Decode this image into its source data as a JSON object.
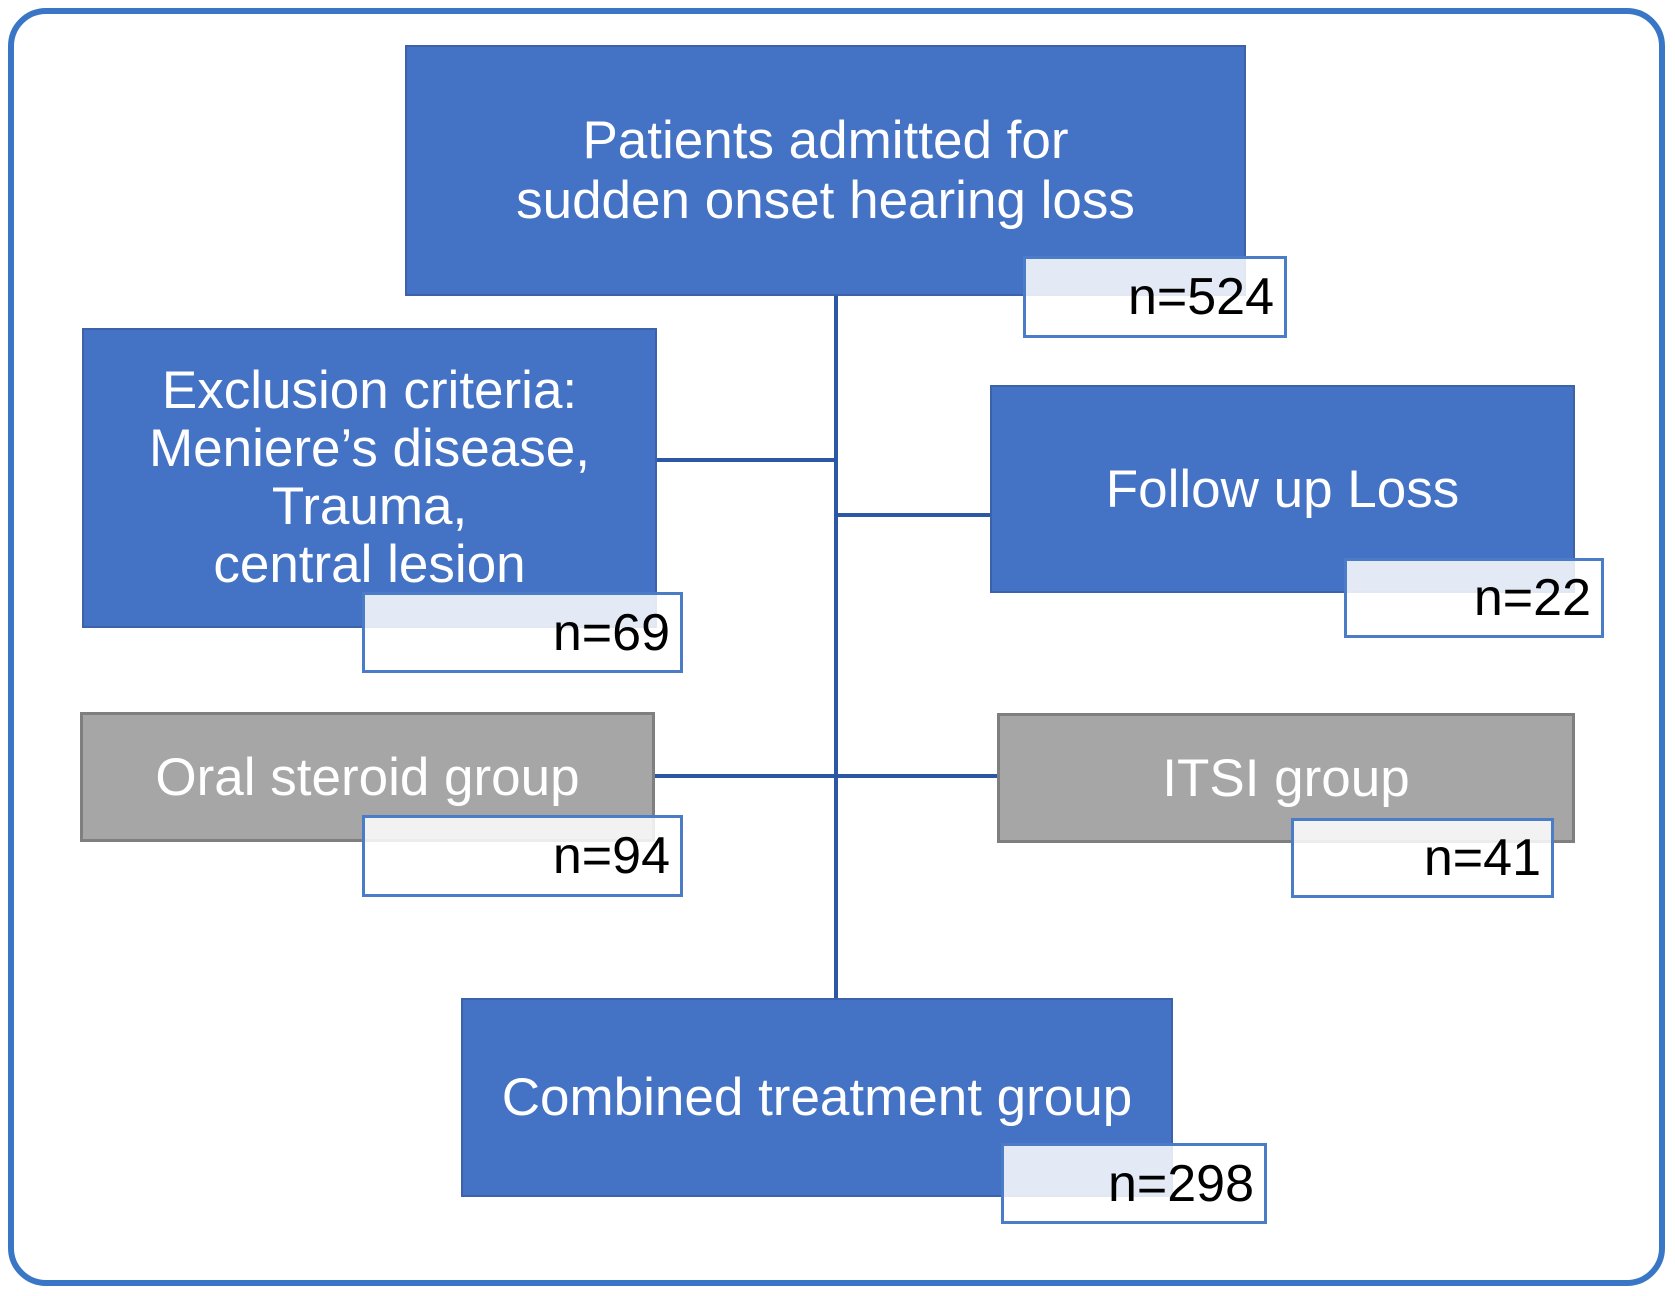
{
  "figure": {
    "type": "patient-flow-diagram",
    "nodes": {
      "admitted": {
        "lines": [
          "Patients admitted for",
          "sudden onset hearing loss"
        ],
        "count": "n=524"
      },
      "exclusion": {
        "lines": [
          "Exclusion criteria:",
          "Meniere’s disease,",
          "Trauma,",
          "central lesion"
        ],
        "count": "n=69"
      },
      "followup": {
        "lines": [
          "Follow up Loss"
        ],
        "count": "n=22"
      },
      "oral": {
        "lines": [
          "Oral steroid group"
        ],
        "count": "n=94"
      },
      "itsi": {
        "lines": [
          "ITSI group"
        ],
        "count": "n=41"
      },
      "combined": {
        "lines": [
          "Combined treatment group"
        ],
        "count": "n=298"
      }
    },
    "colors": {
      "node_blue": "#4472c4",
      "node_gray": "#a6a6a6",
      "gray_border": "#7f7f7f",
      "connector": "#2b57a5",
      "outer_frame": "#3a76c6",
      "count_border": "#4a7cc7",
      "count_background": "rgba(255,255,255,0.85)",
      "label_text": "#ffffff",
      "count_text": "#000000"
    }
  }
}
